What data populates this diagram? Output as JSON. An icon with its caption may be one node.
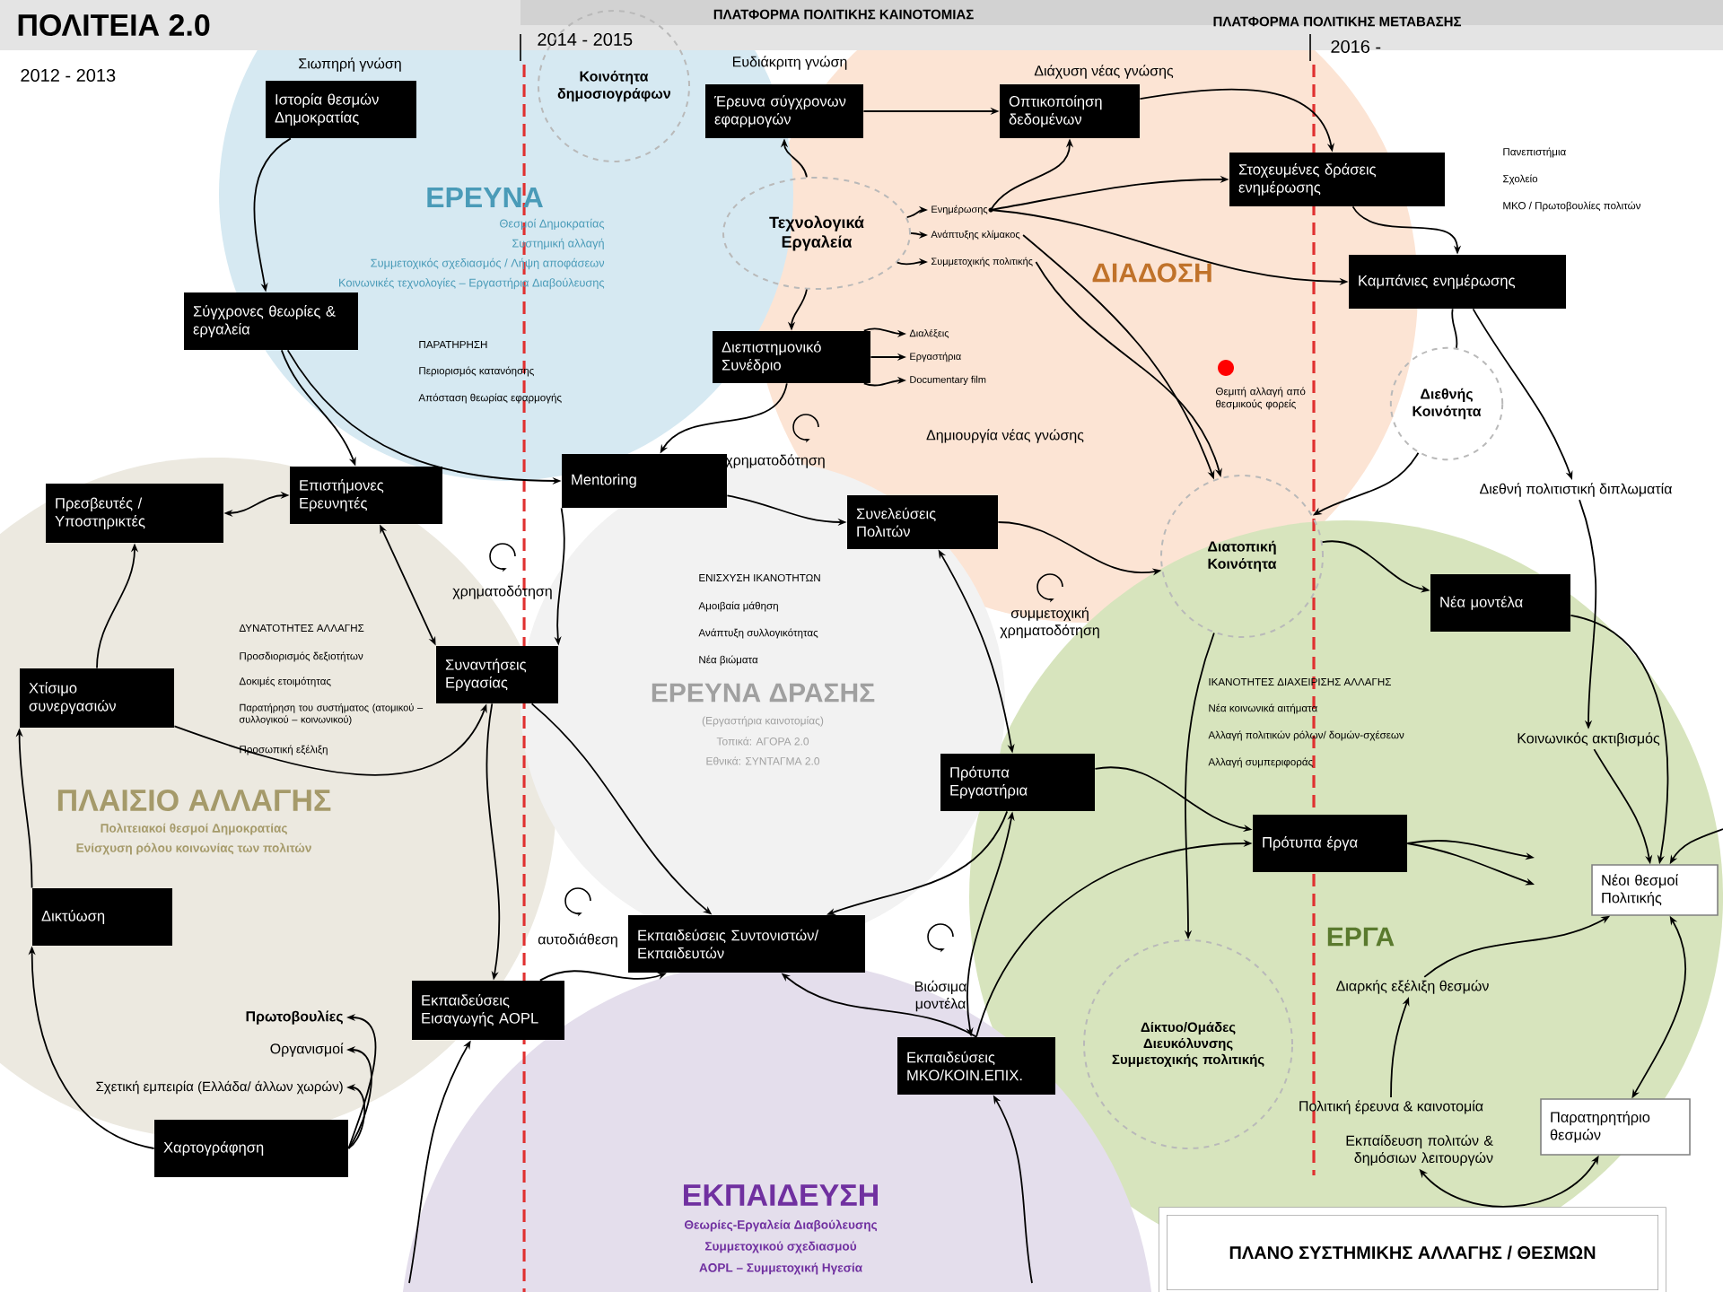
{
  "diagram": {
    "title": "ΠΟΛΙΤΕΙΑ 2.0",
    "nodes": [
      {
        "text": [
          "Κοινότητα δημοσιογράφων"
        ]
      },
      {
        "text": [
          "Τεχνολογικά Εργαλεία"
        ]
      },
      {
        "text": [
          "Διεθνής Κοινότητα"
        ]
      },
      {
        "text": [
          "Διατοπική Κοινότητα"
        ]
      },
      {
        "text": [
          "Δίκτυο/Ομάδες Διευκόλυνσης Συμμετοχικής πολιτικής"
        ]
      },
      {
        "text": [
          "Ιστορία θεσμών Δημοκρατίας"
        ],
        "beside": [
          "Σιωπηρή γνώση"
        ]
      },
      {
        "text": [
          "Σύγχρονες θεωρίες & εργαλεία"
        ]
      },
      {
        "text": [
          "Έρευνα σύγχρονων εφαρμογών"
        ],
        "beside": [
          "Ευδιάκριτη γνώση"
        ]
      },
      {
        "text": [
          "Οπτικοποίηση δεδομένων"
        ]
      },
      {
        "text": [
          "Στοχευμένες δράσεις ενημέρωσης"
        ]
      },
      {
        "text": [
          "Καμπάνιες ενημέρωσης"
        ]
      },
      {
        "text": [
          "Διεπιστημονικό Συνέδριο"
        ]
      },
      {
        "text": [
          "Mentoring"
        ]
      },
      {
        "text": [
          "Επιστήμονες Ερευνητές"
        ]
      },
      {
        "text": [
          "Πρεσβευτές / Υποστηρικτές"
        ]
      },
      {
        "text": [
          "Συνελεύσεις Πολιτών"
        ]
      },
      {
        "text": [
          "Νέα μοντέλα"
        ]
      },
      {
        "text": [
          "Χτίσιμο συνεργασιών"
        ]
      },
      {
        "text": [
          "Συναντήσεις Εργασίας"
        ]
      },
      {
        "text": [
          "Πρότυπα Εργαστήρια"
        ]
      },
      {
        "text": [
          "Πρότυπα έργα"
        ]
      },
      {
        "text": [
          "Νέοι θεσμοί Πολιτικής"
        ]
      },
      {
        "text": [
          "Δικτύωση"
        ]
      },
      {
        "text": [
          "Εκπαιδεύσεις Συντονιστών/ Εκπαιδευτών"
        ]
      },
      {
        "text": [
          "Εκπαιδεύσεις Εισαγωγής AOPL"
        ]
      },
      {
        "text": [
          "Εκπαιδεύσεις ΜΚΟ/ΚΟΙΝ.ΕΠΙΧ."
        ]
      },
      {
        "text": [
          "Χαρτογράφηση"
        ]
      },
      {
        "text": [
          "Παρατηρητήριο θεσμών"
        ]
      },
      {
        "text": [
          "ΠΛΑΝΟ ΣΥΣΤΗΜΙΚΗΣ ΑΛΛΑΓΗΣ / ΘΕΣΜΩΝ"
        ]
      },
      {
        "text": [
          "Ενημέρωσης"
        ]
      },
      {
        "text": [
          "Ανάπτυξης κλίμακος"
        ]
      },
      {
        "text": [
          "Συμμετοχικής πολιτικής"
        ]
      },
      {
        "text": [
          "Διαλέξεις"
        ]
      },
      {
        "text": [
          "Εργαστήρια"
        ]
      },
      {
        "text": [
          "Documentary film"
        ]
      },
      {
        "text": [
          "Διεθνή πολιτιστική διπλωματία"
        ]
      },
      {
        "text": [
          "Κοινωνικός ακτιβισμός"
        ]
      },
      {
        "text": [
          "Διαρκής εξέλιξη θεσμών"
        ]
      },
      {
        "text": [
          "Πολιτική έρευνα & καινοτομία"
        ]
      },
      {
        "text": [
          "Εκπαίδευση πολιτών & δημόσιων λειτουργών"
        ]
      },
      {
        "text": [
          "Πρωτοβουλίες"
        ]
      },
      {
        "text": [
          "Οργανισμοί"
        ]
      },
      {
        "text": [
          "Σχετική εμπειρία (Ελλάδα/ άλλων χωρών)"
        ]
      }
    ],
    "edges": [
      {
        "from": 5,
        "to": 6,
        "arrow": "to"
      },
      {
        "from": 6,
        "to": 13,
        "arrow": "to"
      },
      {
        "from": 6,
        "to": 12,
        "arrow": "to"
      },
      {
        "from": 13,
        "to": 14,
        "arrow": "both"
      },
      {
        "from": 13,
        "to": 18,
        "arrow": "both"
      },
      {
        "from": 7,
        "to": 8,
        "arrow": "to"
      },
      {
        "from": 1,
        "to": 7,
        "arrow": "to"
      },
      {
        "from": 1,
        "to": 11,
        "arrow": "to"
      },
      {
        "from": 1,
        "to": 29,
        "arrow": "to"
      },
      {
        "from": 1,
        "to": 30,
        "arrow": "to"
      },
      {
        "from": 1,
        "to": 31,
        "arrow": "to"
      },
      {
        "from": 29,
        "to": 8,
        "arrow": "to"
      },
      {
        "from": 8,
        "to": 9,
        "arrow": "to"
      },
      {
        "from": 29,
        "to": 9,
        "arrow": "to"
      },
      {
        "from": 29,
        "to": 10,
        "arrow": "to"
      },
      {
        "from": 30,
        "to": 3,
        "arrow": "to"
      },
      {
        "from": 31,
        "to": 3,
        "arrow": "to"
      },
      {
        "from": 11,
        "to": 32,
        "arrow": "to"
      },
      {
        "from": 11,
        "to": 33,
        "arrow": "to"
      },
      {
        "from": 11,
        "to": 34,
        "arrow": "to"
      },
      {
        "from": 11,
        "to": 12,
        "arrow": "to"
      },
      {
        "from": 12,
        "to": 15,
        "arrow": "to"
      },
      {
        "from": 12,
        "to": 18,
        "arrow": "to"
      },
      {
        "from": 9,
        "to": 10,
        "arrow": "to"
      },
      {
        "from": 10,
        "to": 2,
        "arrow": "none"
      },
      {
        "from": 10,
        "to": 35,
        "arrow": "to"
      },
      {
        "from": 2,
        "to": 3,
        "arrow": "to"
      },
      {
        "from": 15,
        "to": 3,
        "arrow": "to"
      },
      {
        "from": 3,
        "to": 16,
        "arrow": "to"
      },
      {
        "from": 3,
        "to": 4,
        "arrow": "to"
      },
      {
        "from": 15,
        "to": 19,
        "arrow": "both"
      },
      {
        "from": 19,
        "to": 20,
        "arrow": "to"
      },
      {
        "from": 19,
        "to": 23,
        "arrow": "to"
      },
      {
        "from": 19,
        "to": 25,
        "arrow": "both"
      },
      {
        "from": 25,
        "to": 23,
        "arrow": "to"
      },
      {
        "from": 25,
        "to": 20,
        "arrow": "to"
      },
      {
        "from": 24,
        "to": 23,
        "arrow": "to"
      },
      {
        "from": 18,
        "to": 24,
        "arrow": "to"
      },
      {
        "from": 18,
        "to": 23,
        "arrow": "to"
      },
      {
        "from": 17,
        "to": 18,
        "arrow": "to"
      },
      {
        "from": 17,
        "to": 14,
        "arrow": "to"
      },
      {
        "from": 22,
        "to": 17,
        "arrow": "to"
      },
      {
        "from": 26,
        "to": 22,
        "arrow": "to"
      },
      {
        "from": 26,
        "to": 40,
        "arrow": "to"
      },
      {
        "from": 26,
        "to": 41,
        "arrow": "to"
      },
      {
        "from": 26,
        "to": 42,
        "arrow": "to"
      },
      {
        "from": null,
        "to": 24,
        "arrow": "to"
      },
      {
        "from": null,
        "to": 25,
        "arrow": "to"
      },
      {
        "from": 35,
        "to": 36,
        "arrow": "to"
      },
      {
        "from": 36,
        "to": 21,
        "arrow": "to"
      },
      {
        "from": 16,
        "to": 21,
        "arrow": "to"
      },
      {
        "from": null,
        "to": 21,
        "arrow": "to"
      },
      {
        "from": 20,
        "to": null,
        "arrow": "to"
      },
      {
        "from": 20,
        "to": null,
        "arrow": "to"
      },
      {
        "from": 21,
        "to": 27,
        "arrow": "both"
      },
      {
        "from": 37,
        "to": 21,
        "arrow": "to"
      },
      {
        "from": 38,
        "to": 37,
        "arrow": "to"
      },
      {
        "from": 39,
        "to": 27,
        "arrow": "both"
      }
    ],
    "labels": [
      "2012 - 2013",
      "ΠΛΑΤΦΟΡΜΑ ΠΟΛΙΤΙΚΗΣ ΚΑΙΝΟΤΟΜΙΑΣ",
      "2014 - 2015",
      "ΠΛΑΤΦΟΡΜΑ ΠΟΛΙΤΙΚΗΣ ΜΕΤΑΒΑΣΗΣ",
      "2016 -",
      "Διάχυση νέας γνώσης",
      "Πανεπιστήμια",
      "Σχολείο",
      "ΜΚΟ / Πρωτοβουλίες πολιτών",
      "ΕΡΕΥΝΑ",
      "Θεσμοί Δημοκρατίας",
      "Συστημική αλλαγή",
      "Συμμετοχικός σχεδιασμός / Λήψη αποφάσεων",
      "Κοινωνικές τεχνολογίες – Εργαστήρια Διαβούλευσης",
      "ΔΙΑΔΟΣΗ",
      "ΠΑΡΑΤΗΡΗΣΗ",
      "Περιορισμός κατανόησης",
      "Απόσταση θεωρίας εφαρμογής",
      "Θεμιτή αλλαγή από θεσμικούς φορείς",
      "Δημιουργία νέας γνώσης",
      "χρηματοδότηση",
      "χρηματοδότηση",
      "συμμετοχική χρηματοδότηση",
      "ΔΥΝΑΤΟΤΗΤΕΣ ΑΛΛΑΓΗΣ",
      "Προσδιορισμός δεξιοτήτων",
      "Δοκιμές ετοιμότητας",
      "Παρατήρηση του συστήματος (ατομικού – συλλογικού – κοινωνικού)",
      "Προσωπική εξέλιξη",
      "ΕΝΙΣΧΥΣΗ ΙΚΑΝΟΤΗΤΩΝ",
      "Αμοιβαία μάθηση",
      "Ανάπτυξη συλλογικότητας",
      "Νέα βιώματα",
      "ΕΡΕΥΝΑ ΔΡΑΣΗΣ",
      "(Εργαστήρια καινοτομίας)",
      "Τοπικά: ΑΓΟΡΑ 2.0",
      "Εθνικά: ΣΥΝΤΑΓΜΑ 2.0",
      "ΙΚΑΝΟΤΗΤΕΣ ΔΙΑΧΕΙΡΙΣΗΣ ΑΛΛΑΓΗΣ",
      "Νέα κοινωνικά αιτήματα",
      "Αλλαγή πολιτικών ρόλων/ δομών-σχέσεων",
      "Αλλαγή συμπεριφοράς",
      "ΠΛΑΙΣΙΟ ΑΛΛΑΓΗΣ",
      "Πολιτειακοί θεσμοί Δημοκρατίας",
      "Ενίσχυση ρόλου κοινωνίας των πολιτών",
      "ΕΡΓΑ",
      "αυτοδιάθεση",
      "Βιώσιμα μοντέλα",
      "ΕΚΠΑΙΔΕΥΣΗ",
      "Θεωρίες-Εργαλεία Διαβούλευσης",
      "Συμμετοχικού σχεδιασμού",
      "AOPL – Συμμετοχική Ηγεσία"
    ]
  }
}
